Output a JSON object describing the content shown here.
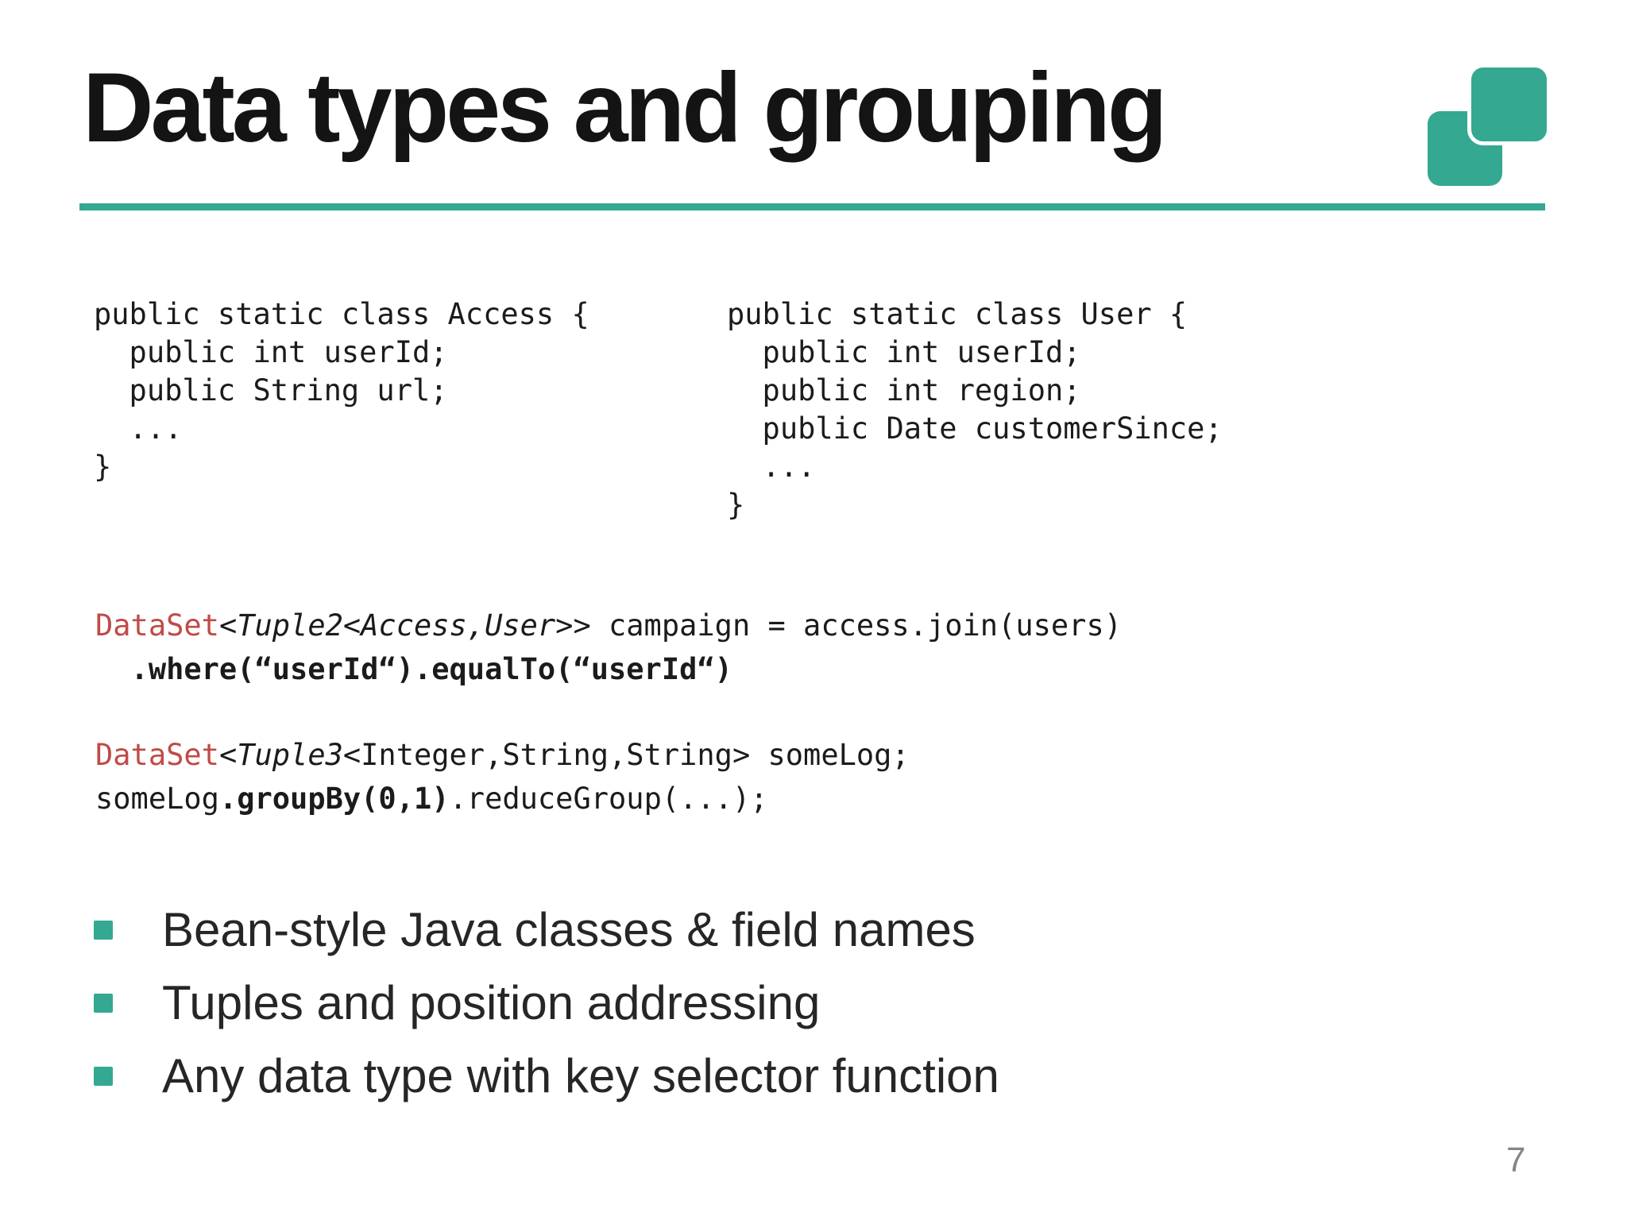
{
  "slide": {
    "title": "Data types and grouping",
    "page_number": "7",
    "colors": {
      "accent_teal": "#35A892",
      "keyword_red": "#BF4B47",
      "text_dark": "#1B1B1B",
      "page_gray": "#84848B"
    },
    "logo": {
      "name": "two-overlapping-teal-squares"
    },
    "code_access": {
      "lines": [
        "public static class Access {",
        "  public int userId;",
        "  public String url;",
        "  ...",
        "}"
      ]
    },
    "code_user": {
      "lines": [
        "public static class User {",
        "  public int userId;",
        "  public int region;",
        "  public Date customerSince;",
        "  ...",
        "}"
      ]
    },
    "snippet_join": {
      "lines": [
        [
          {
            "text": "DataSet",
            "style": "red"
          },
          {
            "text": "<Tuple2<Access,User>>",
            "style": "italic"
          },
          {
            "text": " campaign = access.join(users)",
            "style": "plain"
          }
        ],
        [
          {
            "text": "  .where(“userId“).equalTo(“userId“)",
            "style": "bold"
          }
        ]
      ]
    },
    "snippet_group": {
      "lines": [
        [
          {
            "text": "DataSet",
            "style": "red"
          },
          {
            "text": "<Tuple3",
            "style": "italic"
          },
          {
            "text": "<Integer,String,String> someLog;",
            "style": "plain"
          }
        ],
        [
          {
            "text": "someLog",
            "style": "plain"
          },
          {
            "text": ".groupBy(0,1)",
            "style": "bold"
          },
          {
            "text": ".reduceGroup(...);",
            "style": "plain"
          }
        ]
      ]
    },
    "bullets": [
      {
        "label": "Bean-style Java classes & field names"
      },
      {
        "label": "Tuples and position addressing"
      },
      {
        "label": "Any data type with key selector function"
      }
    ]
  }
}
